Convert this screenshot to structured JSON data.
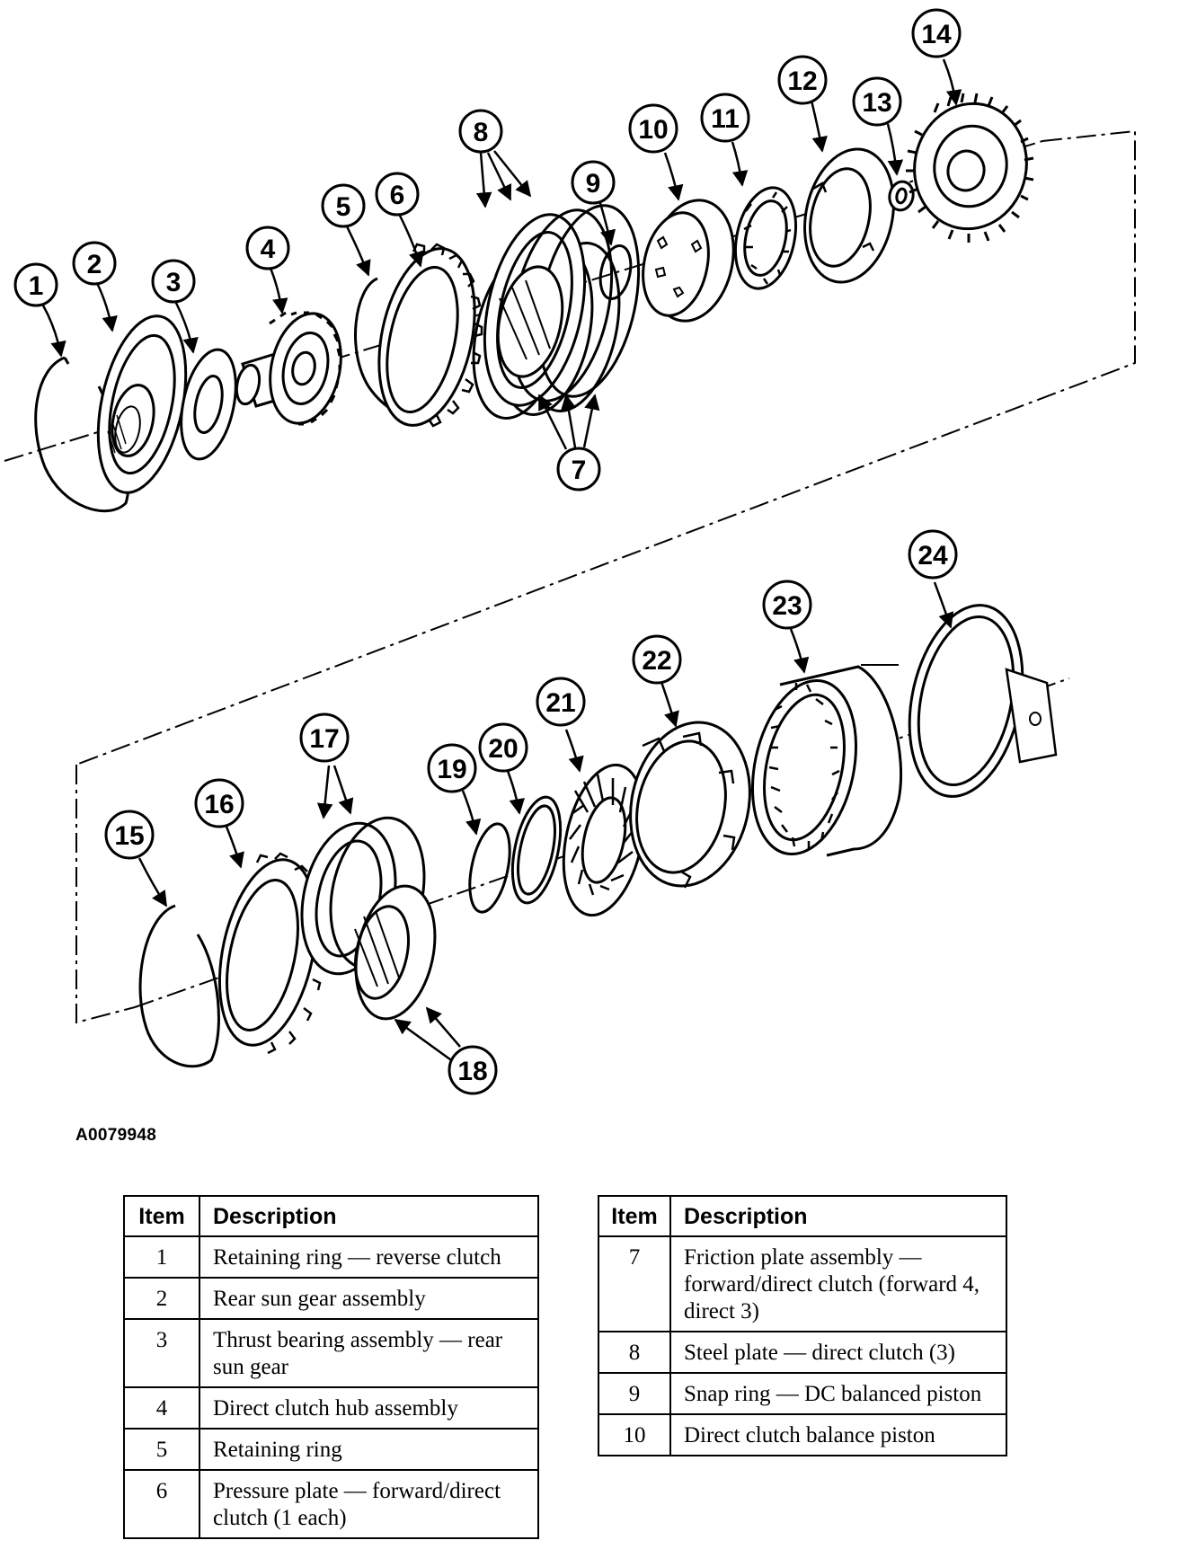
{
  "figure_id": "A0079948",
  "callouts": [
    "1",
    "2",
    "3",
    "4",
    "5",
    "6",
    "7",
    "8",
    "9",
    "10",
    "11",
    "12",
    "13",
    "14",
    "15",
    "16",
    "17",
    "18",
    "19",
    "20",
    "21",
    "22",
    "23",
    "24"
  ],
  "table_left": {
    "header_item": "Item",
    "header_description": "Description",
    "rows": [
      {
        "item": "1",
        "description": "Retaining ring — reverse clutch"
      },
      {
        "item": "2",
        "description": "Rear sun gear assembly"
      },
      {
        "item": "3",
        "description": "Thrust bearing assembly — rear sun gear"
      },
      {
        "item": "4",
        "description": "Direct clutch hub assembly"
      },
      {
        "item": "5",
        "description": "Retaining ring"
      },
      {
        "item": "6",
        "description": "Pressure plate — forward/direct clutch (1 each)"
      }
    ]
  },
  "table_right": {
    "header_item": "Item",
    "header_description": "Description",
    "rows": [
      {
        "item": "7",
        "description": "Friction plate assembly — forward/direct clutch (forward 4, direct 3)"
      },
      {
        "item": "8",
        "description": "Steel plate — direct clutch (3)"
      },
      {
        "item": "9",
        "description": "Snap ring — DC balanced piston"
      },
      {
        "item": "10",
        "description": "Direct clutch balance piston"
      }
    ]
  }
}
